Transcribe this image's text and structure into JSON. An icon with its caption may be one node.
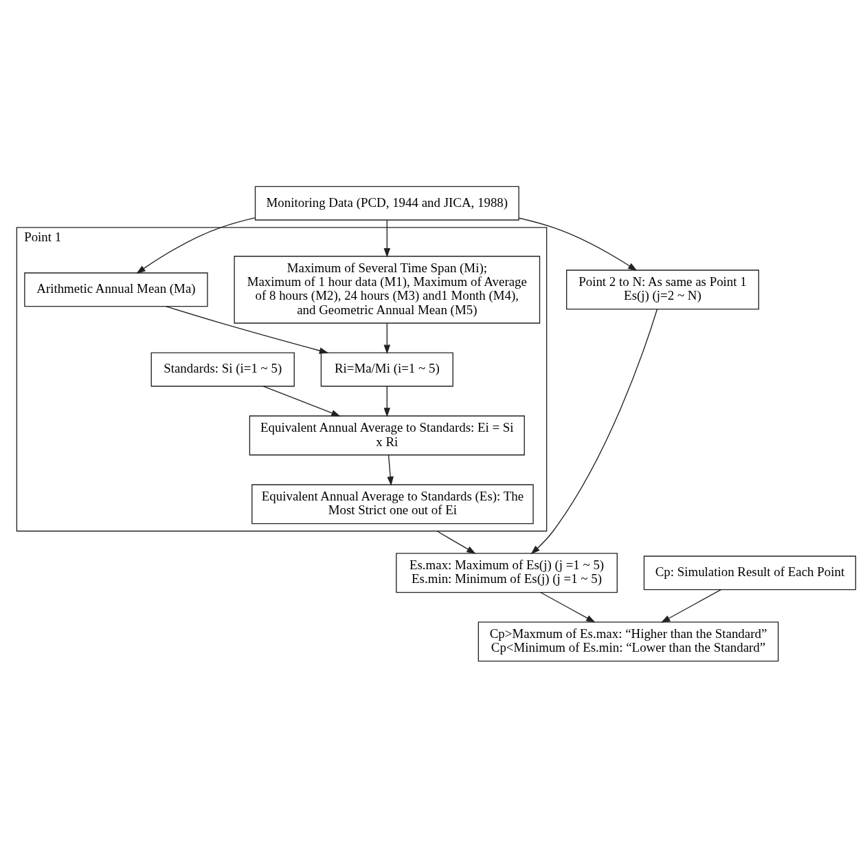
{
  "diagram": {
    "nodes": [
      {
        "text": [
          "Monitoring Data (PCD, 1944 and JICA, 1988)"
        ]
      },
      {
        "text": [
          "Point 1"
        ]
      },
      {
        "text": [
          "Maximum of Several Time Span (Mi);",
          "Maximum of 1 hour data (M1), Maximum of Average of 8 hours (M2), 24 hours (M3) and1 Month (M4), and Geometric Annual Mean (M5)"
        ],
        "in": 1
      },
      {
        "text": [
          "Arithmetic Annual Mean (Ma)"
        ],
        "in": 1
      },
      {
        "text": [
          "Ri=Ma/Mi (i=1 ~ 5)"
        ],
        "in": 1
      },
      {
        "text": [
          "Standards: Si (i=1 ~ 5)"
        ],
        "in": 1
      },
      {
        "text": [
          "Equivalent Annual Average to Standards: Ei = Si x Ri"
        ],
        "in": 1
      },
      {
        "text": [
          "Equivalent Annual Average to Standards (Es): The Most Strict one out of Ei"
        ],
        "in": 1
      },
      {
        "text": [
          "Point 2 to N: As same as Point 1",
          "Es(j) (j=2 ~ N)"
        ]
      },
      {
        "text": [
          "Cp: Simulation Result of Each Point"
        ]
      },
      {
        "text": [
          "Es.max: Maximum of Es(j) (j =1 ~ 5)",
          "Es.min: Minimum of Es(j) (j =1 ~ 5)"
        ]
      },
      {
        "text": [
          "Cp>Maxmum of Es.max: “Higher than the Standard”",
          "Cp<Minimum of Es.min: “Lower than the Standard”"
        ]
      }
    ],
    "edges": [
      {
        "from": 0,
        "to": 2,
        "arrow": "to"
      },
      {
        "from": 0,
        "to": 3,
        "arrow": "to"
      },
      {
        "from": 0,
        "to": 8,
        "arrow": "to"
      },
      {
        "from": 2,
        "to": 4,
        "arrow": "to"
      },
      {
        "from": 3,
        "to": 4,
        "arrow": "to"
      },
      {
        "from": 4,
        "to": 6,
        "arrow": "to"
      },
      {
        "from": 5,
        "to": 6,
        "arrow": "to"
      },
      {
        "from": 6,
        "to": 7,
        "arrow": "to"
      },
      {
        "from": 1,
        "to": 10,
        "arrow": "to"
      },
      {
        "from": 8,
        "to": 10,
        "arrow": "to"
      },
      {
        "from": 9,
        "to": 11,
        "arrow": "to"
      },
      {
        "from": 10,
        "to": 11,
        "arrow": "to"
      }
    ]
  }
}
